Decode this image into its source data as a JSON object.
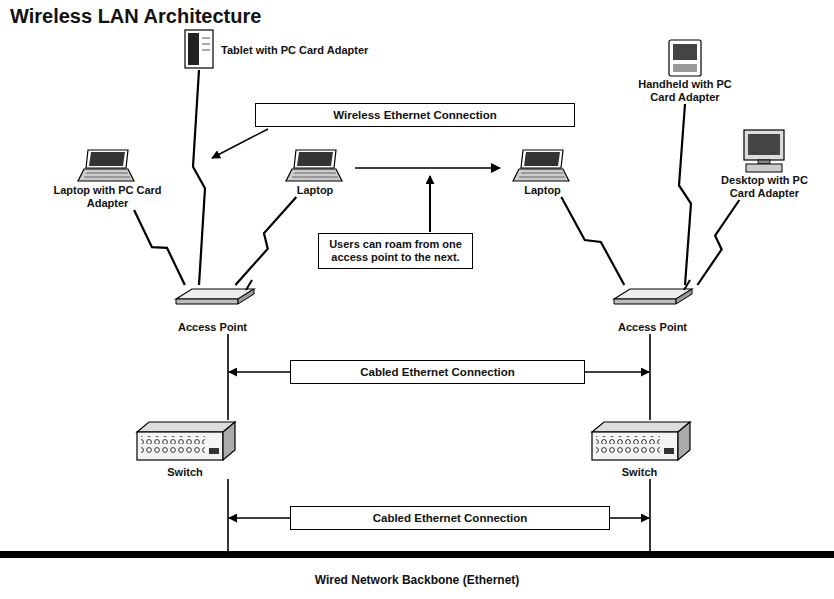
{
  "diagram": {
    "title": "Wireless LAN Architecture",
    "nodes": [
      {
        "text": [
          "Tablet with PC Card Adapter"
        ]
      },
      {
        "text": [
          "Wireless Ethernet Connection"
        ]
      },
      {
        "text": [
          "Handheld with PC Card Adapter"
        ]
      },
      {
        "text": [
          "Laptop with PC Card Adapter"
        ]
      },
      {
        "text": [
          "Laptop"
        ]
      },
      {
        "text": [
          "Laptop"
        ]
      },
      {
        "text": [
          "Desktop with PC Card Adapter"
        ]
      },
      {
        "text": [
          "Users can roam from one access point to the next."
        ]
      },
      {
        "text": [
          "Access Point"
        ]
      },
      {
        "text": [
          "Access Point"
        ]
      },
      {
        "text": [
          "Cabled Ethernet Connection"
        ]
      },
      {
        "text": [
          "Switch"
        ]
      },
      {
        "text": [
          "Switch"
        ]
      },
      {
        "text": [
          "Cabled Ethernet Connection"
        ]
      },
      {
        "text": [
          "Wired Network Backbone (Ethernet)"
        ]
      }
    ],
    "edges": [
      {
        "from": 0,
        "to": 8,
        "arrow": "none"
      },
      {
        "from": 3,
        "to": 8,
        "arrow": "none"
      },
      {
        "from": 4,
        "to": 8,
        "arrow": "none"
      },
      {
        "from": 4,
        "to": 5,
        "arrow": "to"
      },
      {
        "from": 2,
        "to": 9,
        "arrow": "none"
      },
      {
        "from": 5,
        "to": 9,
        "arrow": "none"
      },
      {
        "from": 6,
        "to": 9,
        "arrow": "none"
      },
      {
        "from": 8,
        "to": 11,
        "arrow": "none"
      },
      {
        "from": 9,
        "to": 12,
        "arrow": "none"
      },
      {
        "from": 11,
        "to": 14,
        "arrow": "none"
      },
      {
        "from": 12,
        "to": 14,
        "arrow": "none"
      }
    ]
  }
}
